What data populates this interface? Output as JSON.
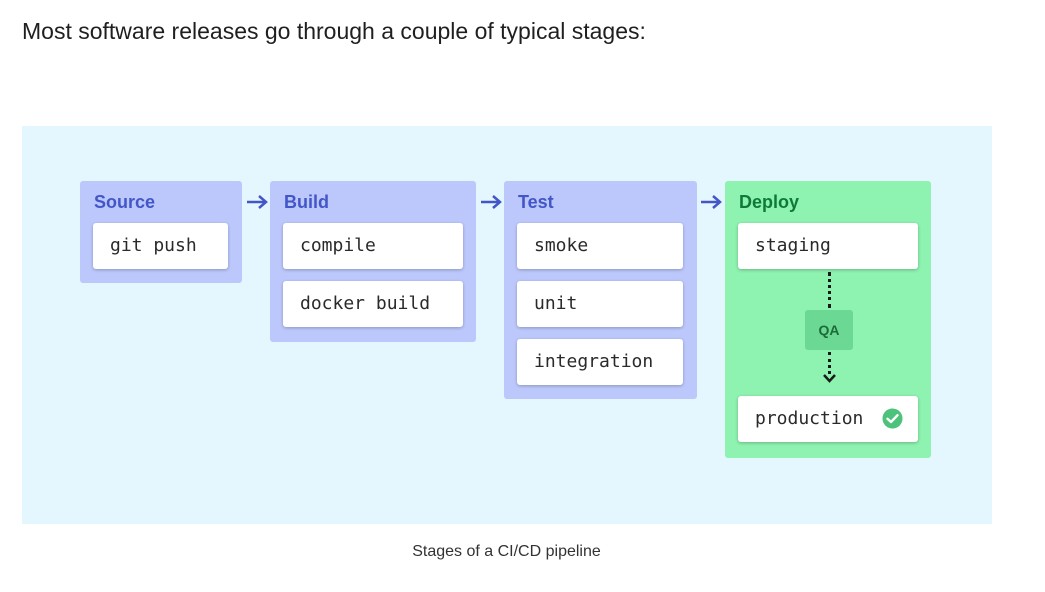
{
  "intro_text": "Most software releases go through a couple of typical stages:",
  "caption": "Stages of a CI/CD pipeline",
  "colors": {
    "diagram_background": "#e4f6fe",
    "stage_fill": "#bcc8fb",
    "stage_title": "#4356c8",
    "deploy_fill": "#8ef2b0",
    "deploy_title": "#0e7a3a",
    "qa_fill": "#6bd894",
    "arrow": "#4356c8",
    "check": "#4cc27a"
  },
  "stages": [
    {
      "title": "Source",
      "steps": [
        "git push"
      ]
    },
    {
      "title": "Build",
      "steps": [
        "compile",
        "docker build"
      ]
    },
    {
      "title": "Test",
      "steps": [
        "smoke",
        "unit",
        "integration"
      ]
    },
    {
      "title": "Deploy",
      "steps": [
        "staging",
        "production"
      ],
      "gate": "QA"
    }
  ],
  "icons": {
    "flow_arrow": "right-arrow-icon",
    "gate_arrow": "dotted-down-arrow-icon",
    "done": "check-circle-icon"
  }
}
